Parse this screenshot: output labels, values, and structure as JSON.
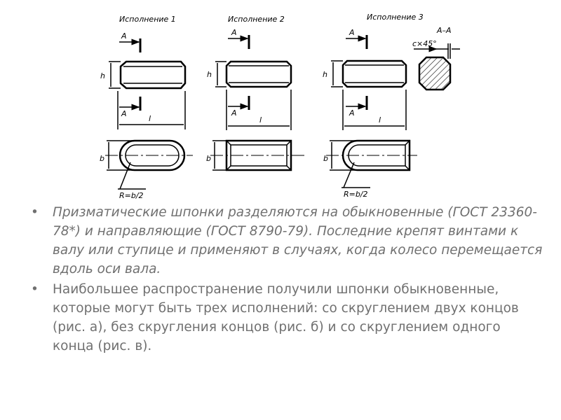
{
  "drawing": {
    "variants": [
      "Исполнение 1",
      "Исполнение 2",
      "Исполнение 3"
    ],
    "section_label": "A–A",
    "chamfer_label": "c×45°",
    "dim_h": "h",
    "dim_l": "l",
    "dim_b": "b",
    "section_mark": "A",
    "radius_label": "R=b/2"
  },
  "bullets": [
    {
      "text": "Призматические шпонки разделяются на обыкновенные (ГОСТ 23360-78*) и направляющие (ГОСТ 8790-79). Последние крепят винтами к валу или ступице и применяют в случаях, когда колесо перемещается вдоль оси вала.",
      "italic": true
    },
    {
      "text": "Наибольшее распространение получили шпонки обыкновенные, которые могут быть трех исполнений: со скруглением двух концов (рис. а), без скругления концов (рис. б) и со скруглением одного конца (рис. в).",
      "italic": false
    }
  ]
}
